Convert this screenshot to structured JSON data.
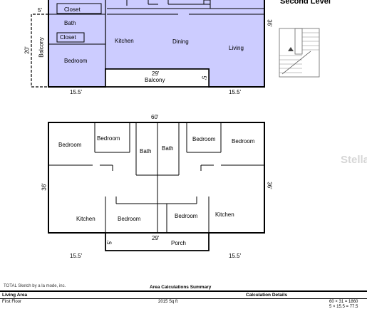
{
  "second_level": {
    "title": "Second Level",
    "rooms": {
      "closet_top": "Closet",
      "bath": "Bath",
      "closet": "Closet",
      "bedroom": "Bedroom",
      "kitchen": "Kitchen",
      "dining": "Dining",
      "living": "Living",
      "balcony_left": "Balcony",
      "balcony_bottom": "Balcony"
    },
    "dims": {
      "five_top": "5'",
      "left_20": "20'",
      "right_36": "36'",
      "balcony_29": "29'",
      "balcony_5": "5'",
      "bottom_left": "15.5'",
      "bottom_right": "15.5'"
    },
    "fill_color": "#ccccff"
  },
  "first_floor": {
    "rooms": {
      "bedroom_tl": "Bedroom",
      "bedroom_tm": "Bedroom",
      "bath_l": "Bath",
      "bath_r": "Bath",
      "bedroom_tr1": "Bedroom",
      "bedroom_tr2": "Bedroom",
      "kitchen_l": "Kitchen",
      "bedroom_bl": "Bedroom",
      "bedroom_br": "Bedroom",
      "kitchen_r": "Kitchen",
      "porch": "Porch"
    },
    "dims": {
      "top_60": "60'",
      "left_36": "36'",
      "right_36": "36'",
      "porch_29": "29'",
      "porch_5": "5'",
      "bottom_left": "15.5'",
      "bottom_right": "15.5'"
    }
  },
  "watermark": "Stella",
  "footer": {
    "credit": "TOTAL Sketch by a la mode, inc.",
    "summary_title": "Area Calculations Summary",
    "col_living_area": "Living Area",
    "col_calc_details": "Calculation Details",
    "row_label": "First Floor",
    "row_value": "2015 Sq ft",
    "calc_1": "60 × 31  =  1860",
    "calc_2": "5 × 15.5  =  77.5"
  }
}
